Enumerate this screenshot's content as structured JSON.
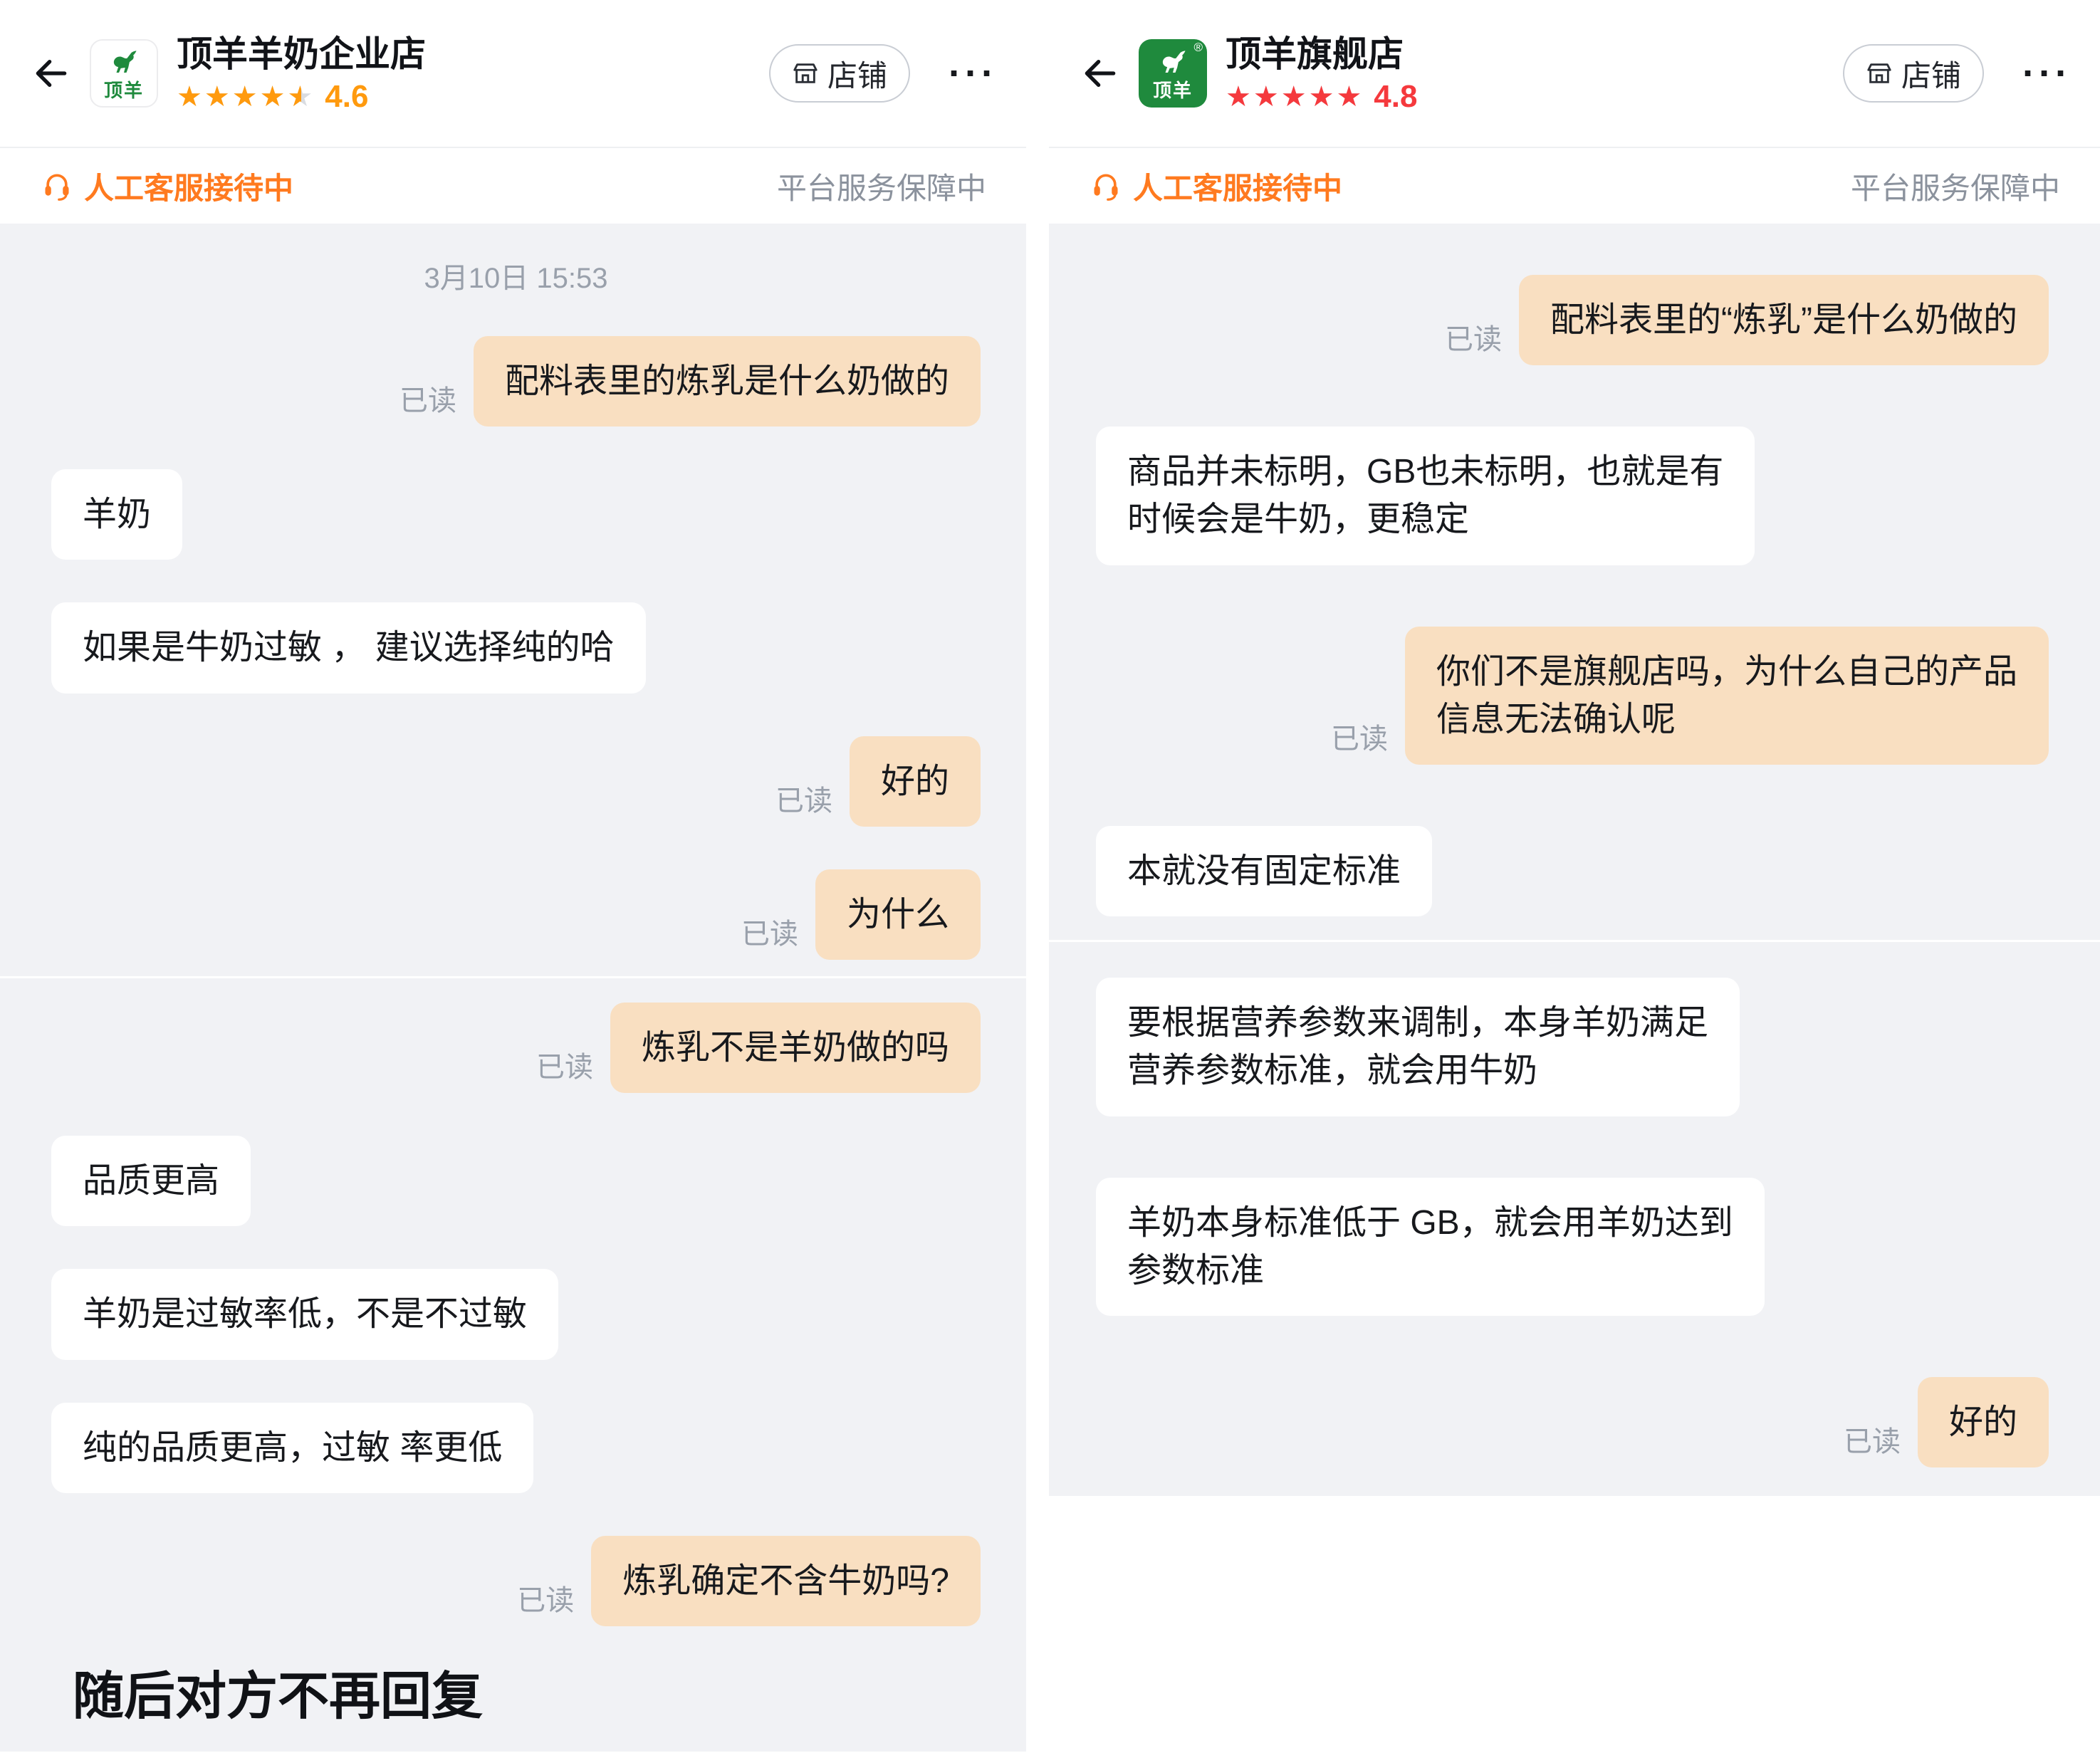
{
  "colors": {
    "accent-orange": "#ff7a1f",
    "user-bubble": "#f9dfc1",
    "chat-bg": "#f1f2f5",
    "rating-orange": "#ff9a0e",
    "rating-red": "#f5393d",
    "logo-green": "#1f8a3d",
    "muted": "#99a0ab"
  },
  "left": {
    "header": {
      "title": "顶羊羊奶企业店",
      "logo_text": "顶羊",
      "stars_glyphs": "★★★★★",
      "stars_fill": "90%",
      "rating": "4.6",
      "shop_label": "店铺",
      "menu_label": "···"
    },
    "banner": {
      "service": "人工客服接待中",
      "guarantee": "平台服务保障中"
    },
    "timestamp": "3月10日 15:53",
    "read": "已读",
    "messages": [
      {
        "side": "user",
        "text": "配料表里的炼乳是什么奶做的",
        "read": true
      },
      {
        "side": "store",
        "text": "羊奶"
      },
      {
        "side": "store",
        "text": "如果是牛奶过敏 ， 建议选择纯的哈"
      },
      {
        "side": "user",
        "text": "好的",
        "read": true
      },
      {
        "side": "user",
        "text": "为什么",
        "read": true
      },
      {
        "side": "user",
        "text": "炼乳不是羊奶做的吗",
        "read": true
      },
      {
        "side": "store",
        "text": "品质更高"
      },
      {
        "side": "store",
        "text": "羊奶是过敏率低，不是不过敏"
      },
      {
        "side": "store",
        "text": "纯的品质更高，过敏 率更低"
      },
      {
        "side": "user",
        "text": "炼乳确定不含牛奶吗?",
        "read": true
      }
    ],
    "footer_note": "随后对方不再回复"
  },
  "right": {
    "header": {
      "title": "顶羊旗舰店",
      "logo_text": "顶羊",
      "logo_reg": "®",
      "stars_glyphs": "★★★★★",
      "stars_fill": "100%",
      "rating": "4.8",
      "shop_label": "店铺",
      "menu_label": "···"
    },
    "banner": {
      "service": "人工客服接待中",
      "guarantee": "平台服务保障中"
    },
    "read": "已读",
    "messages": [
      {
        "side": "user",
        "text": "配料表里的“炼乳”是什么奶做的",
        "read": true
      },
      {
        "side": "store",
        "text": "商品并未标明，GB也未标明，也就是有\n时候会是牛奶，更稳定"
      },
      {
        "side": "user",
        "text": "你们不是旗舰店吗，为什么自己的产品\n信息无法确认呢",
        "read": true
      },
      {
        "side": "store",
        "text": "本就没有固定标准"
      },
      {
        "side": "store",
        "text": "要根据营养参数来调制，本身羊奶满足\n营养参数标准，就会用牛奶"
      },
      {
        "side": "store",
        "text": "羊奶本身标准低于 GB，就会用羊奶达到\n参数标准"
      },
      {
        "side": "user",
        "text": "好的",
        "read": true
      }
    ]
  }
}
